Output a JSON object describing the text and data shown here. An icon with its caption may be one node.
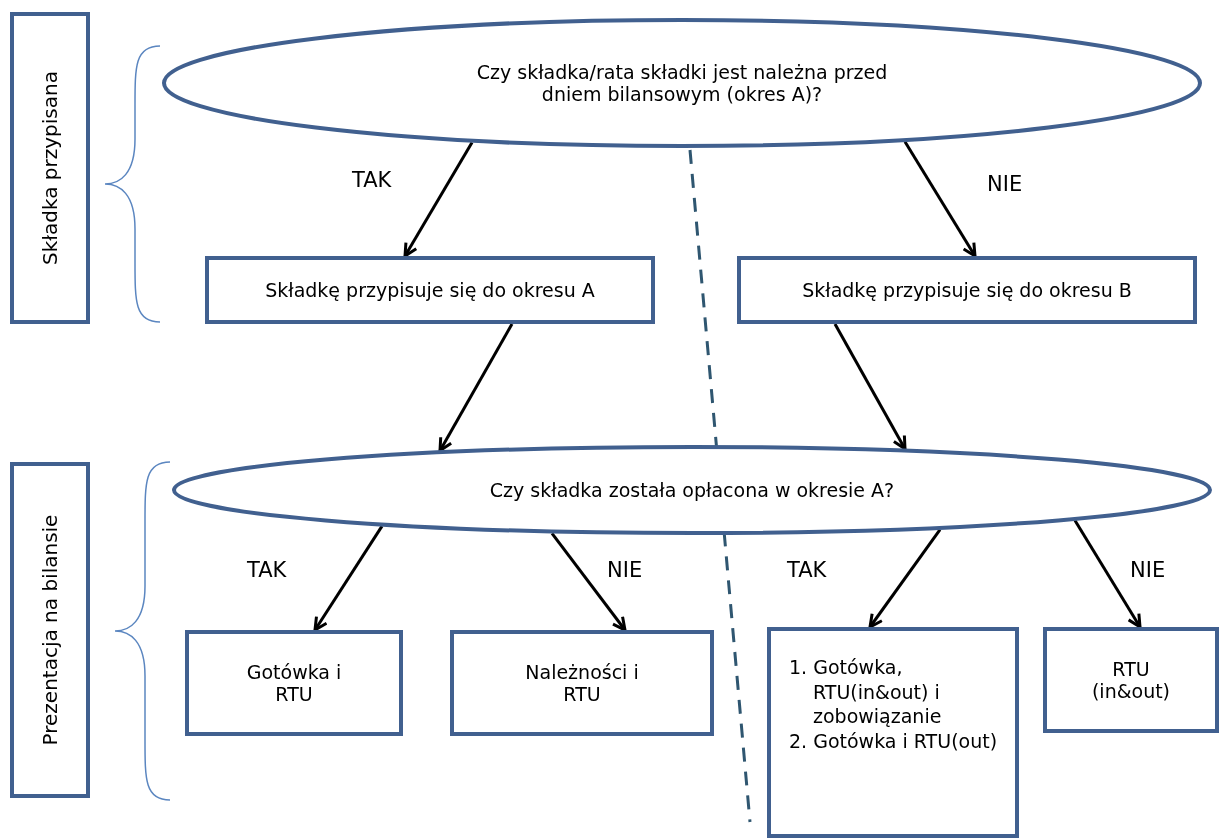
{
  "diagram": {
    "nodes": [
      {
        "text": [
          "Składka przypisana"
        ]
      },
      {
        "text": [
          "Prezentacja na bilansie"
        ]
      },
      {
        "text": [
          "Czy składka/rata składki jest należna przed dniem bilansowym (okres A)?"
        ]
      },
      {
        "text": [
          "Składkę przypisuje się do okresu A"
        ]
      },
      {
        "text": [
          "Składkę przypisuje się do okresu B"
        ]
      },
      {
        "text": [
          "Czy składka została opłacona w okresie A?"
        ]
      },
      {
        "text": [
          "Gotówka i RTU"
        ]
      },
      {
        "text": [
          "Należności i RTU"
        ]
      },
      {
        "text": [
          "1. Gotówka, RTU(in&out) i zobowiązanie",
          "2. Gotówka i RTU(out)"
        ]
      },
      {
        "text": [
          "RTU (in&out)"
        ]
      }
    ],
    "edges": [
      {
        "from": 2,
        "to": 3,
        "arrow": "to",
        "label": "TAK"
      },
      {
        "from": 2,
        "to": 4,
        "arrow": "to",
        "label": "NIE"
      },
      {
        "from": 3,
        "to": 5,
        "arrow": "to"
      },
      {
        "from": 4,
        "to": 5,
        "arrow": "to"
      },
      {
        "from": 5,
        "to": 6,
        "arrow": "to",
        "label": "TAK"
      },
      {
        "from": 5,
        "to": 7,
        "arrow": "to",
        "label": "NIE"
      },
      {
        "from": 5,
        "to": 8,
        "arrow": "to",
        "label": "TAK"
      },
      {
        "from": 5,
        "to": 9,
        "arrow": "to",
        "label": "NIE"
      }
    ]
  }
}
